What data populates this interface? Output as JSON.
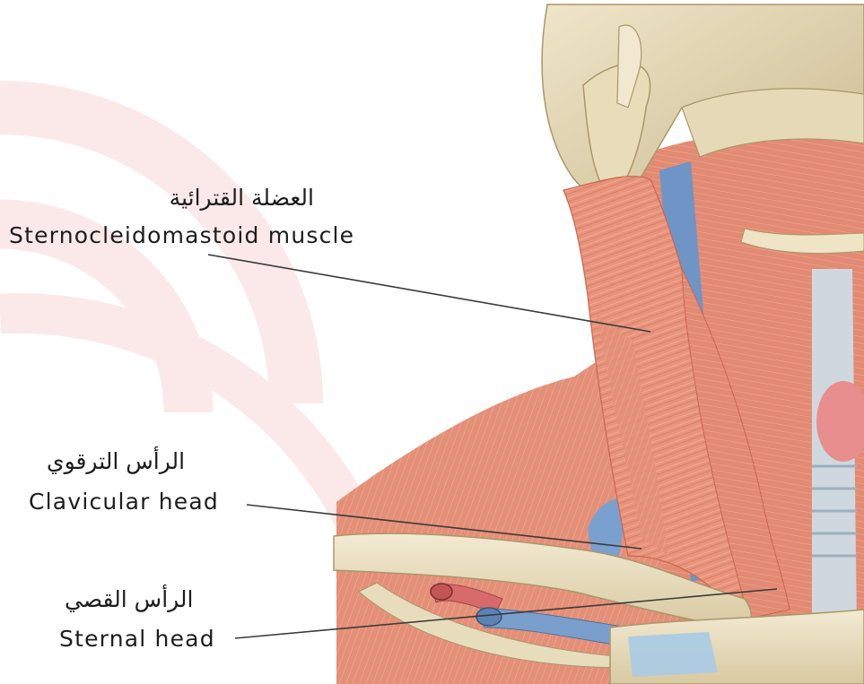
{
  "labels": {
    "sternocleidomastoid": {
      "arabic": "العضلة القترائية",
      "english": "Sternocleidomastoid muscle"
    },
    "clavicular_head": {
      "arabic": "الرأس الترقوي",
      "english": "Clavicular head"
    },
    "sternal_head": {
      "arabic": "الرأس القصي",
      "english": "Sternal head"
    }
  },
  "colors": {
    "muscle": "#e8937c",
    "muscle_dark": "#d9735c",
    "bone": "#eadfc2",
    "vessel_blue": "#6f95c6",
    "leader_line": "#3a3a3a",
    "watermark": "#f7dede"
  }
}
